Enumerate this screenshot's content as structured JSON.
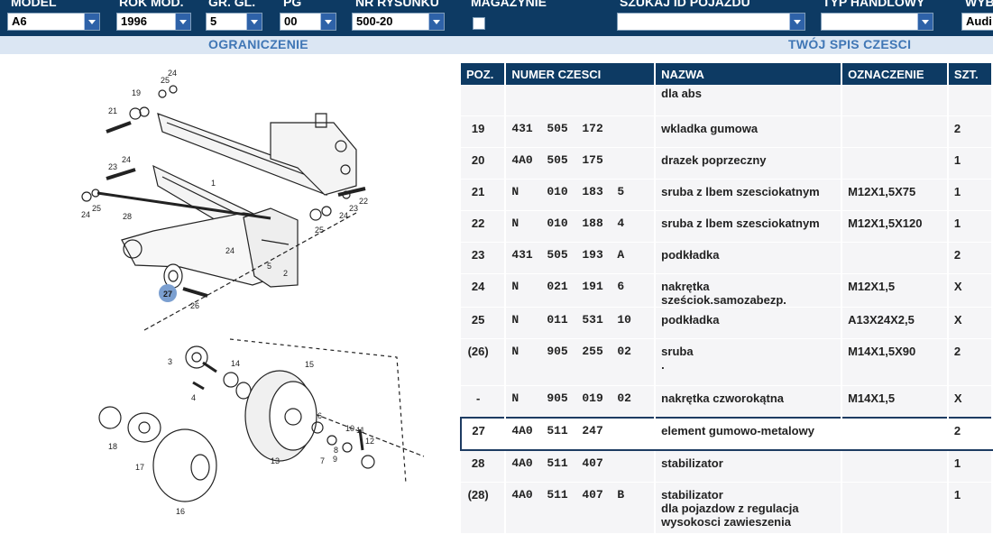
{
  "filters": {
    "model": {
      "label": "MODEL",
      "value": "A6"
    },
    "rok": {
      "label": "ROK MOD.",
      "value": "1996"
    },
    "gr": {
      "label": "GR. GL.",
      "value": "5"
    },
    "pg": {
      "label": "PG",
      "value": "00"
    },
    "nr": {
      "label": "NR RYSUNKU",
      "value": "500-20"
    },
    "magazynie": {
      "label": "MAGAZYNIE"
    },
    "szukaj": {
      "label": "SZUKAJ ID POJAZDU",
      "value": ""
    },
    "typ": {
      "label": "TYP HANDLOWY",
      "value": ""
    },
    "wyb": {
      "label": "WYB",
      "value": "Audi"
    }
  },
  "subbar": {
    "left": "OGRANICZENIE",
    "right": "TWÓJ SPIS CZESCI"
  },
  "table": {
    "headers": [
      "POZ.",
      "NUMER CZESCI",
      "NAZWA",
      "OZNACZENIE",
      "SZT."
    ],
    "continued_name": "dla abs",
    "rows": [
      {
        "poz": "19",
        "num": "431  505  172",
        "name": "wkladka gumowa",
        "ozn": "",
        "szt": "2"
      },
      {
        "poz": "20",
        "num": "4A0  505  175",
        "name": "drazek poprzeczny",
        "ozn": "",
        "szt": "1"
      },
      {
        "poz": "21",
        "num": "N    010  183  5",
        "name": "sruba  z lbem szesciokatnym",
        "ozn": "M12X1,5X75",
        "szt": "1"
      },
      {
        "poz": "22",
        "num": "N    010  188  4",
        "name": "sruba  z lbem szesciokatnym",
        "ozn": "M12X1,5X120",
        "szt": "1"
      },
      {
        "poz": "23",
        "num": "431  505  193  A",
        "name": "podkładka",
        "ozn": "",
        "szt": "2"
      },
      {
        "poz": "24",
        "num": "N    021  191  6",
        "name": "nakrętka sześciok.samozabezp.",
        "ozn": "M12X1,5",
        "szt": "X"
      },
      {
        "poz": "25",
        "num": "N    011  531  10",
        "name": "podkładka",
        "ozn": "A13X24X2,5",
        "szt": "X"
      },
      {
        "poz": "(26)",
        "num": "N    905  255  02",
        "name": "sruba",
        "name2": ".",
        "ozn": "M14X1,5X90",
        "szt": "2"
      },
      {
        "poz": "-",
        "num": "N    905  019  02",
        "name": "nakrętka czworokątna",
        "ozn": "M14X1,5",
        "szt": "X"
      },
      {
        "poz": "27",
        "num": "4A0  511  247",
        "name": "element gumowo-metalowy",
        "ozn": "",
        "szt": "2",
        "selected": true
      },
      {
        "poz": "28",
        "num": "4A0  511  407",
        "name": "stabilizator",
        "ozn": "",
        "szt": "1"
      },
      {
        "poz": "(28)",
        "num": "4A0  511  407  B",
        "name": "stabilizator",
        "name2": "dla pojazdow z regulacja",
        "name3": "wysokosci zawieszenia",
        "ozn": "",
        "szt": "1"
      }
    ]
  },
  "diagram": {
    "callouts": [
      "24",
      "25",
      "19",
      "21",
      "1",
      "23",
      "22",
      "24",
      "28",
      "23",
      "24",
      "25",
      "2",
      "5",
      "27",
      "26",
      "3",
      "4",
      "14",
      "15",
      "18",
      "17",
      "16",
      "13",
      "6",
      "7",
      "8",
      "9",
      "10",
      "11",
      "12"
    ],
    "highlighted": "27"
  },
  "colors": {
    "header": "#0d3a63",
    "subbar": "#dbe6f3",
    "subtext": "#3f76b5",
    "row": "#f5f5f7",
    "highlight": "#7b9fd0"
  }
}
